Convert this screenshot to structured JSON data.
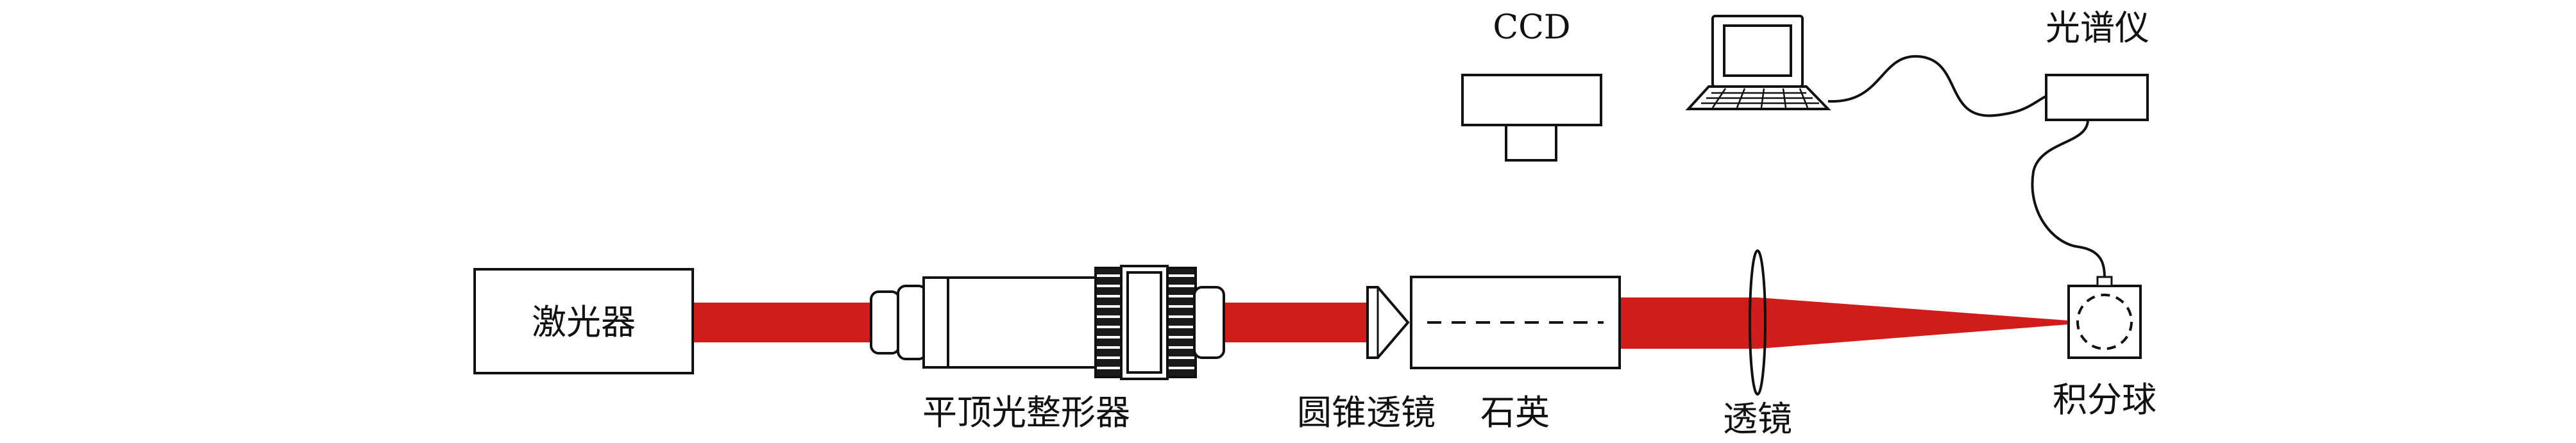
{
  "labels": {
    "laser": "激光器",
    "beam_shaper": "平顶光整形器",
    "axicon": "圆锥透镜",
    "quartz": "石英",
    "lens": "透镜",
    "integrating_sphere": "积分球",
    "ccd": "CCD",
    "spectrometer": "光谱仪"
  },
  "colors": {
    "beam": "#d11c1c",
    "stroke": "#111111",
    "background": "#ffffff"
  },
  "icons": {
    "computer": "laptop-computer-icon"
  }
}
